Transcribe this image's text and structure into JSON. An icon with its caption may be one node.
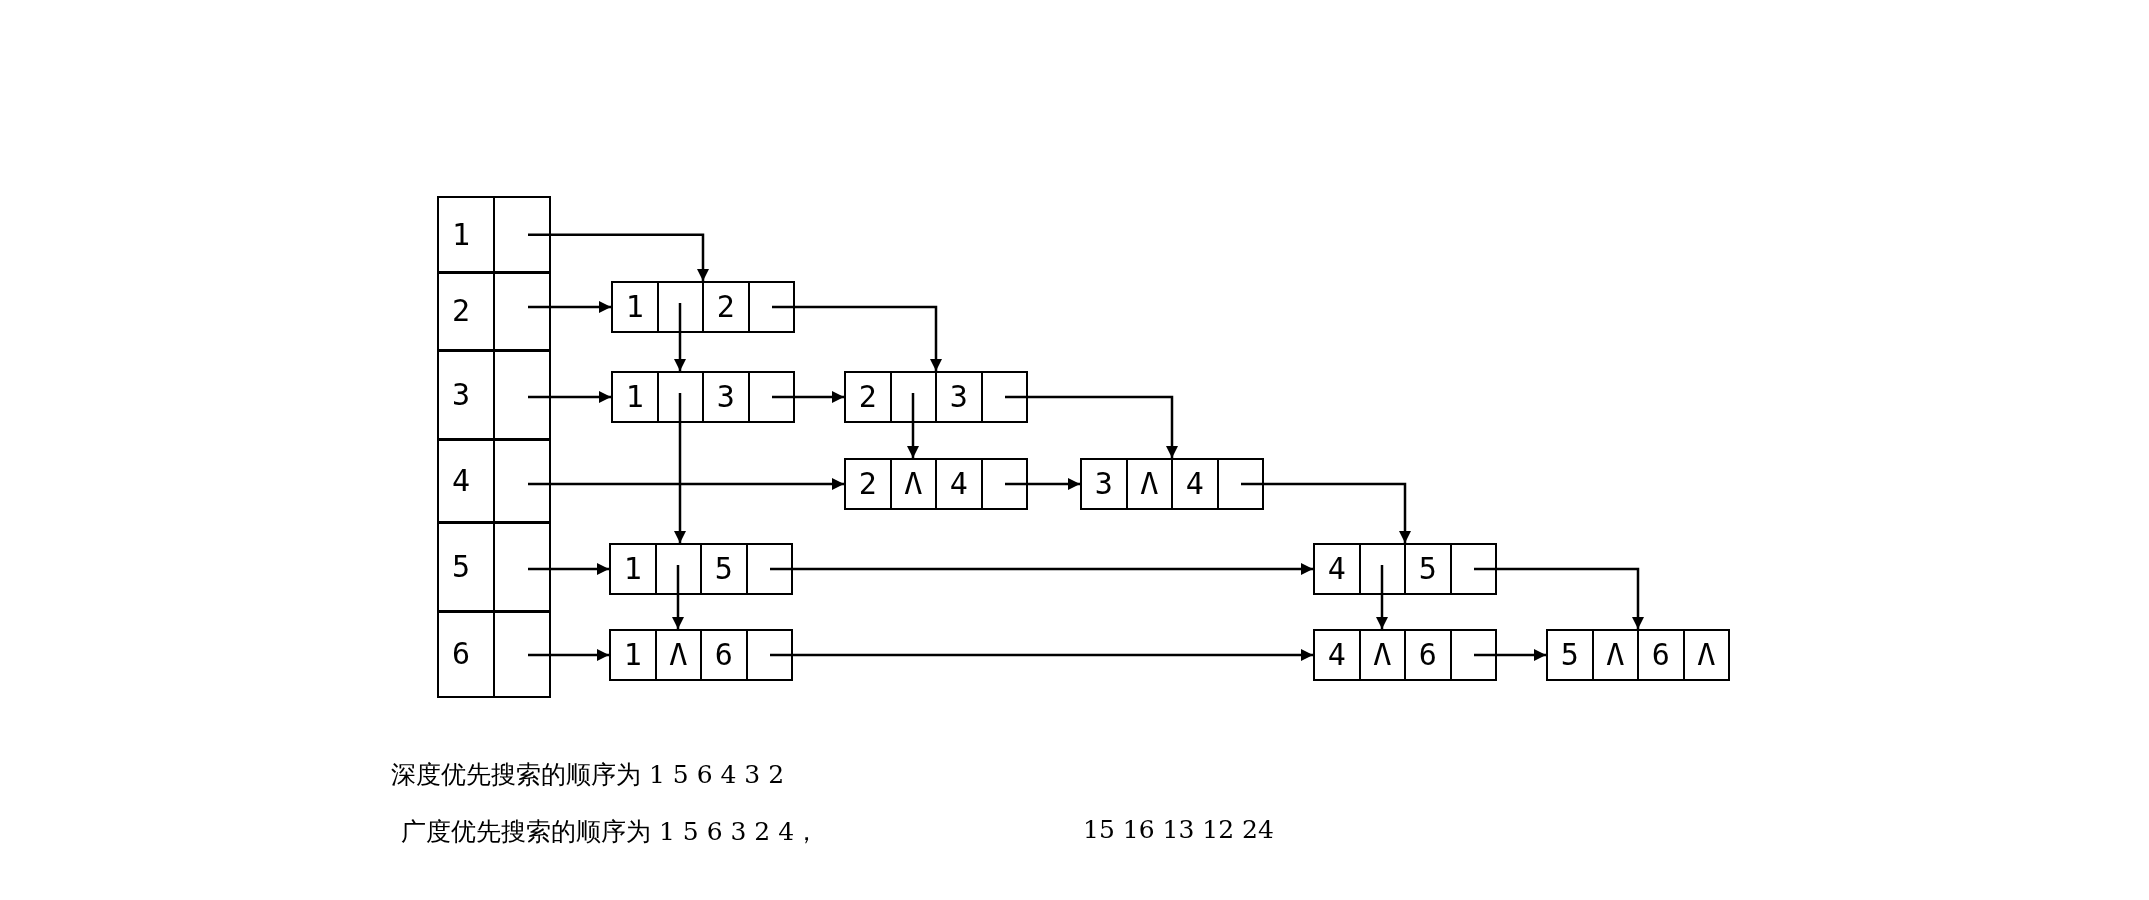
{
  "diagram": {
    "nodes": [
      {
        "text": [
          "1"
        ]
      },
      {
        "text": [
          "2"
        ]
      },
      {
        "text": [
          "3"
        ]
      },
      {
        "text": [
          "4"
        ]
      },
      {
        "text": [
          "5"
        ]
      },
      {
        "text": [
          "6"
        ]
      },
      {
        "text": [
          "1",
          "2"
        ]
      },
      {
        "text": [
          "1",
          "3"
        ]
      },
      {
        "text": [
          "2",
          "3"
        ]
      },
      {
        "text": [
          "2",
          "Λ",
          "4"
        ]
      },
      {
        "text": [
          "3",
          "Λ",
          "4"
        ]
      },
      {
        "text": [
          "1",
          "5"
        ]
      },
      {
        "text": [
          "4",
          "5"
        ]
      },
      {
        "text": [
          "1",
          "Λ",
          "6"
        ]
      },
      {
        "text": [
          "4",
          "Λ",
          "6"
        ]
      },
      {
        "text": [
          "5",
          "Λ",
          "6",
          "Λ"
        ]
      }
    ],
    "edges": [
      {
        "from": 0,
        "to": 6,
        "arrow": "to"
      },
      {
        "from": 1,
        "to": 6,
        "arrow": "to"
      },
      {
        "from": 6,
        "to": 7,
        "arrow": "to"
      },
      {
        "from": 6,
        "to": 8,
        "arrow": "to"
      },
      {
        "from": 2,
        "to": 7,
        "arrow": "to"
      },
      {
        "from": 7,
        "to": 8,
        "arrow": "to"
      },
      {
        "from": 7,
        "to": 11,
        "arrow": "to"
      },
      {
        "from": 8,
        "to": 10,
        "arrow": "to"
      },
      {
        "from": 8,
        "to": 9,
        "arrow": "to"
      },
      {
        "from": 3,
        "to": 9,
        "arrow": "to"
      },
      {
        "from": 9,
        "to": 10,
        "arrow": "to"
      },
      {
        "from": 10,
        "to": 12,
        "arrow": "to"
      },
      {
        "from": 4,
        "to": 11,
        "arrow": "to"
      },
      {
        "from": 11,
        "to": 12,
        "arrow": "to"
      },
      {
        "from": 11,
        "to": 13,
        "arrow": "to"
      },
      {
        "from": 12,
        "to": 14,
        "arrow": "to"
      },
      {
        "from": 12,
        "to": 15,
        "arrow": "to"
      },
      {
        "from": 5,
        "to": 13,
        "arrow": "to"
      },
      {
        "from": 13,
        "to": 14,
        "arrow": "to"
      },
      {
        "from": 14,
        "to": 15,
        "arrow": "to"
      }
    ],
    "labels": [
      "深度优先搜索的顺序为 1 5 6 4 3 2",
      "广度优先搜索的顺序为 1 5 6 3 2 4，",
      "15 16 13 12 24"
    ]
  }
}
